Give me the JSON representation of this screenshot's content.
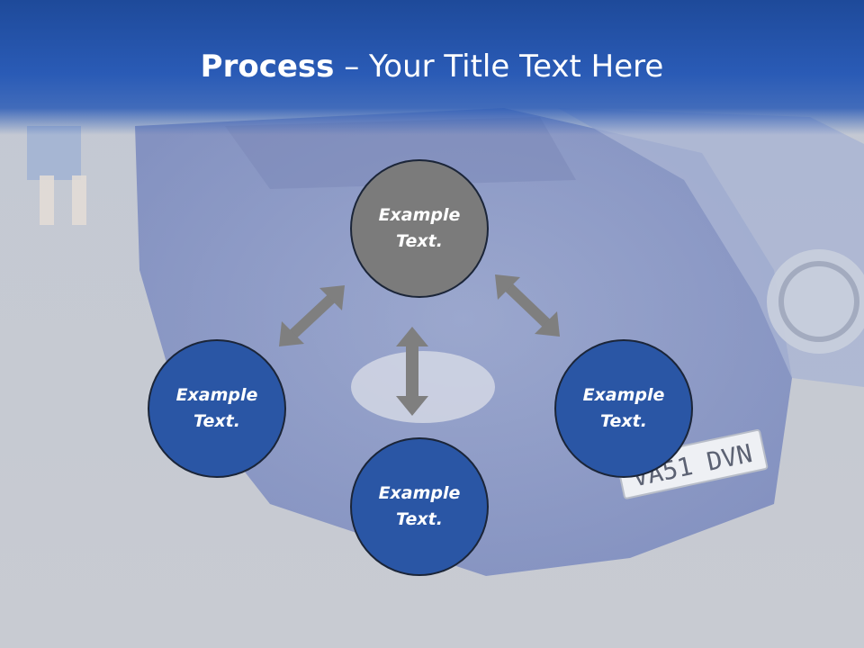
{
  "title": {
    "bold": "Process",
    "dash": " – ",
    "rest": "Your Title Text Here"
  },
  "circles": [
    {
      "label_line1": "Example",
      "label_line2": "Text."
    },
    {
      "label_line1": "Example",
      "label_line2": "Text."
    },
    {
      "label_line1": "Example",
      "label_line2": "Text."
    },
    {
      "label_line1": "Example",
      "label_line2": "Text."
    }
  ],
  "background": {
    "plate_text": "VA51 DVN"
  },
  "colors": {
    "title_band": "#2a5bb6",
    "circle_blue": "#2a56a5",
    "circle_gray": "#7b7b7b",
    "arrow": "#7f7f7f"
  }
}
